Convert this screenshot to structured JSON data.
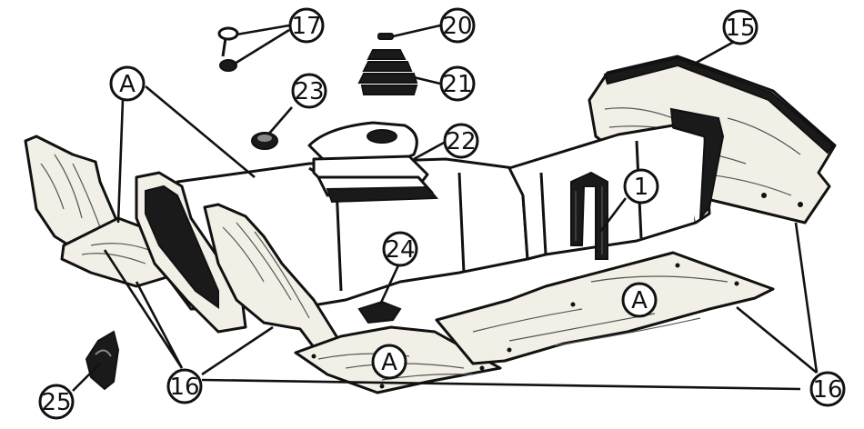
{
  "callouts": {
    "c15": "15",
    "c17": "17",
    "c20": "20",
    "c21": "21",
    "c22": "22",
    "c23": "23",
    "c24": "24",
    "c25": "25",
    "c1": "1",
    "c16_left": "16",
    "c16_right": "16",
    "a_top": "A",
    "a_right_board": "A",
    "a_front_board": "A"
  }
}
